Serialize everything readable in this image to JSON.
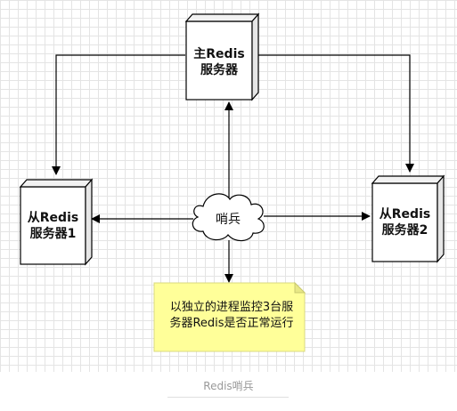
{
  "nodes": {
    "master": {
      "line1": "主Redis",
      "line2": "服务器"
    },
    "slave1": {
      "line1": "从Redis",
      "line2": "服务器1"
    },
    "slave2": {
      "line1": "从Redis",
      "line2": "服务器2"
    },
    "sentinel": {
      "label": "哨兵"
    }
  },
  "note": {
    "line1": "以独立的进程监控3台服",
    "line2": "务器Redis是否正常运行"
  },
  "caption": "Redis哨兵",
  "colors": {
    "note_fill": "#ffff99",
    "box_fill": "#ffffff",
    "stroke": "#000000"
  }
}
